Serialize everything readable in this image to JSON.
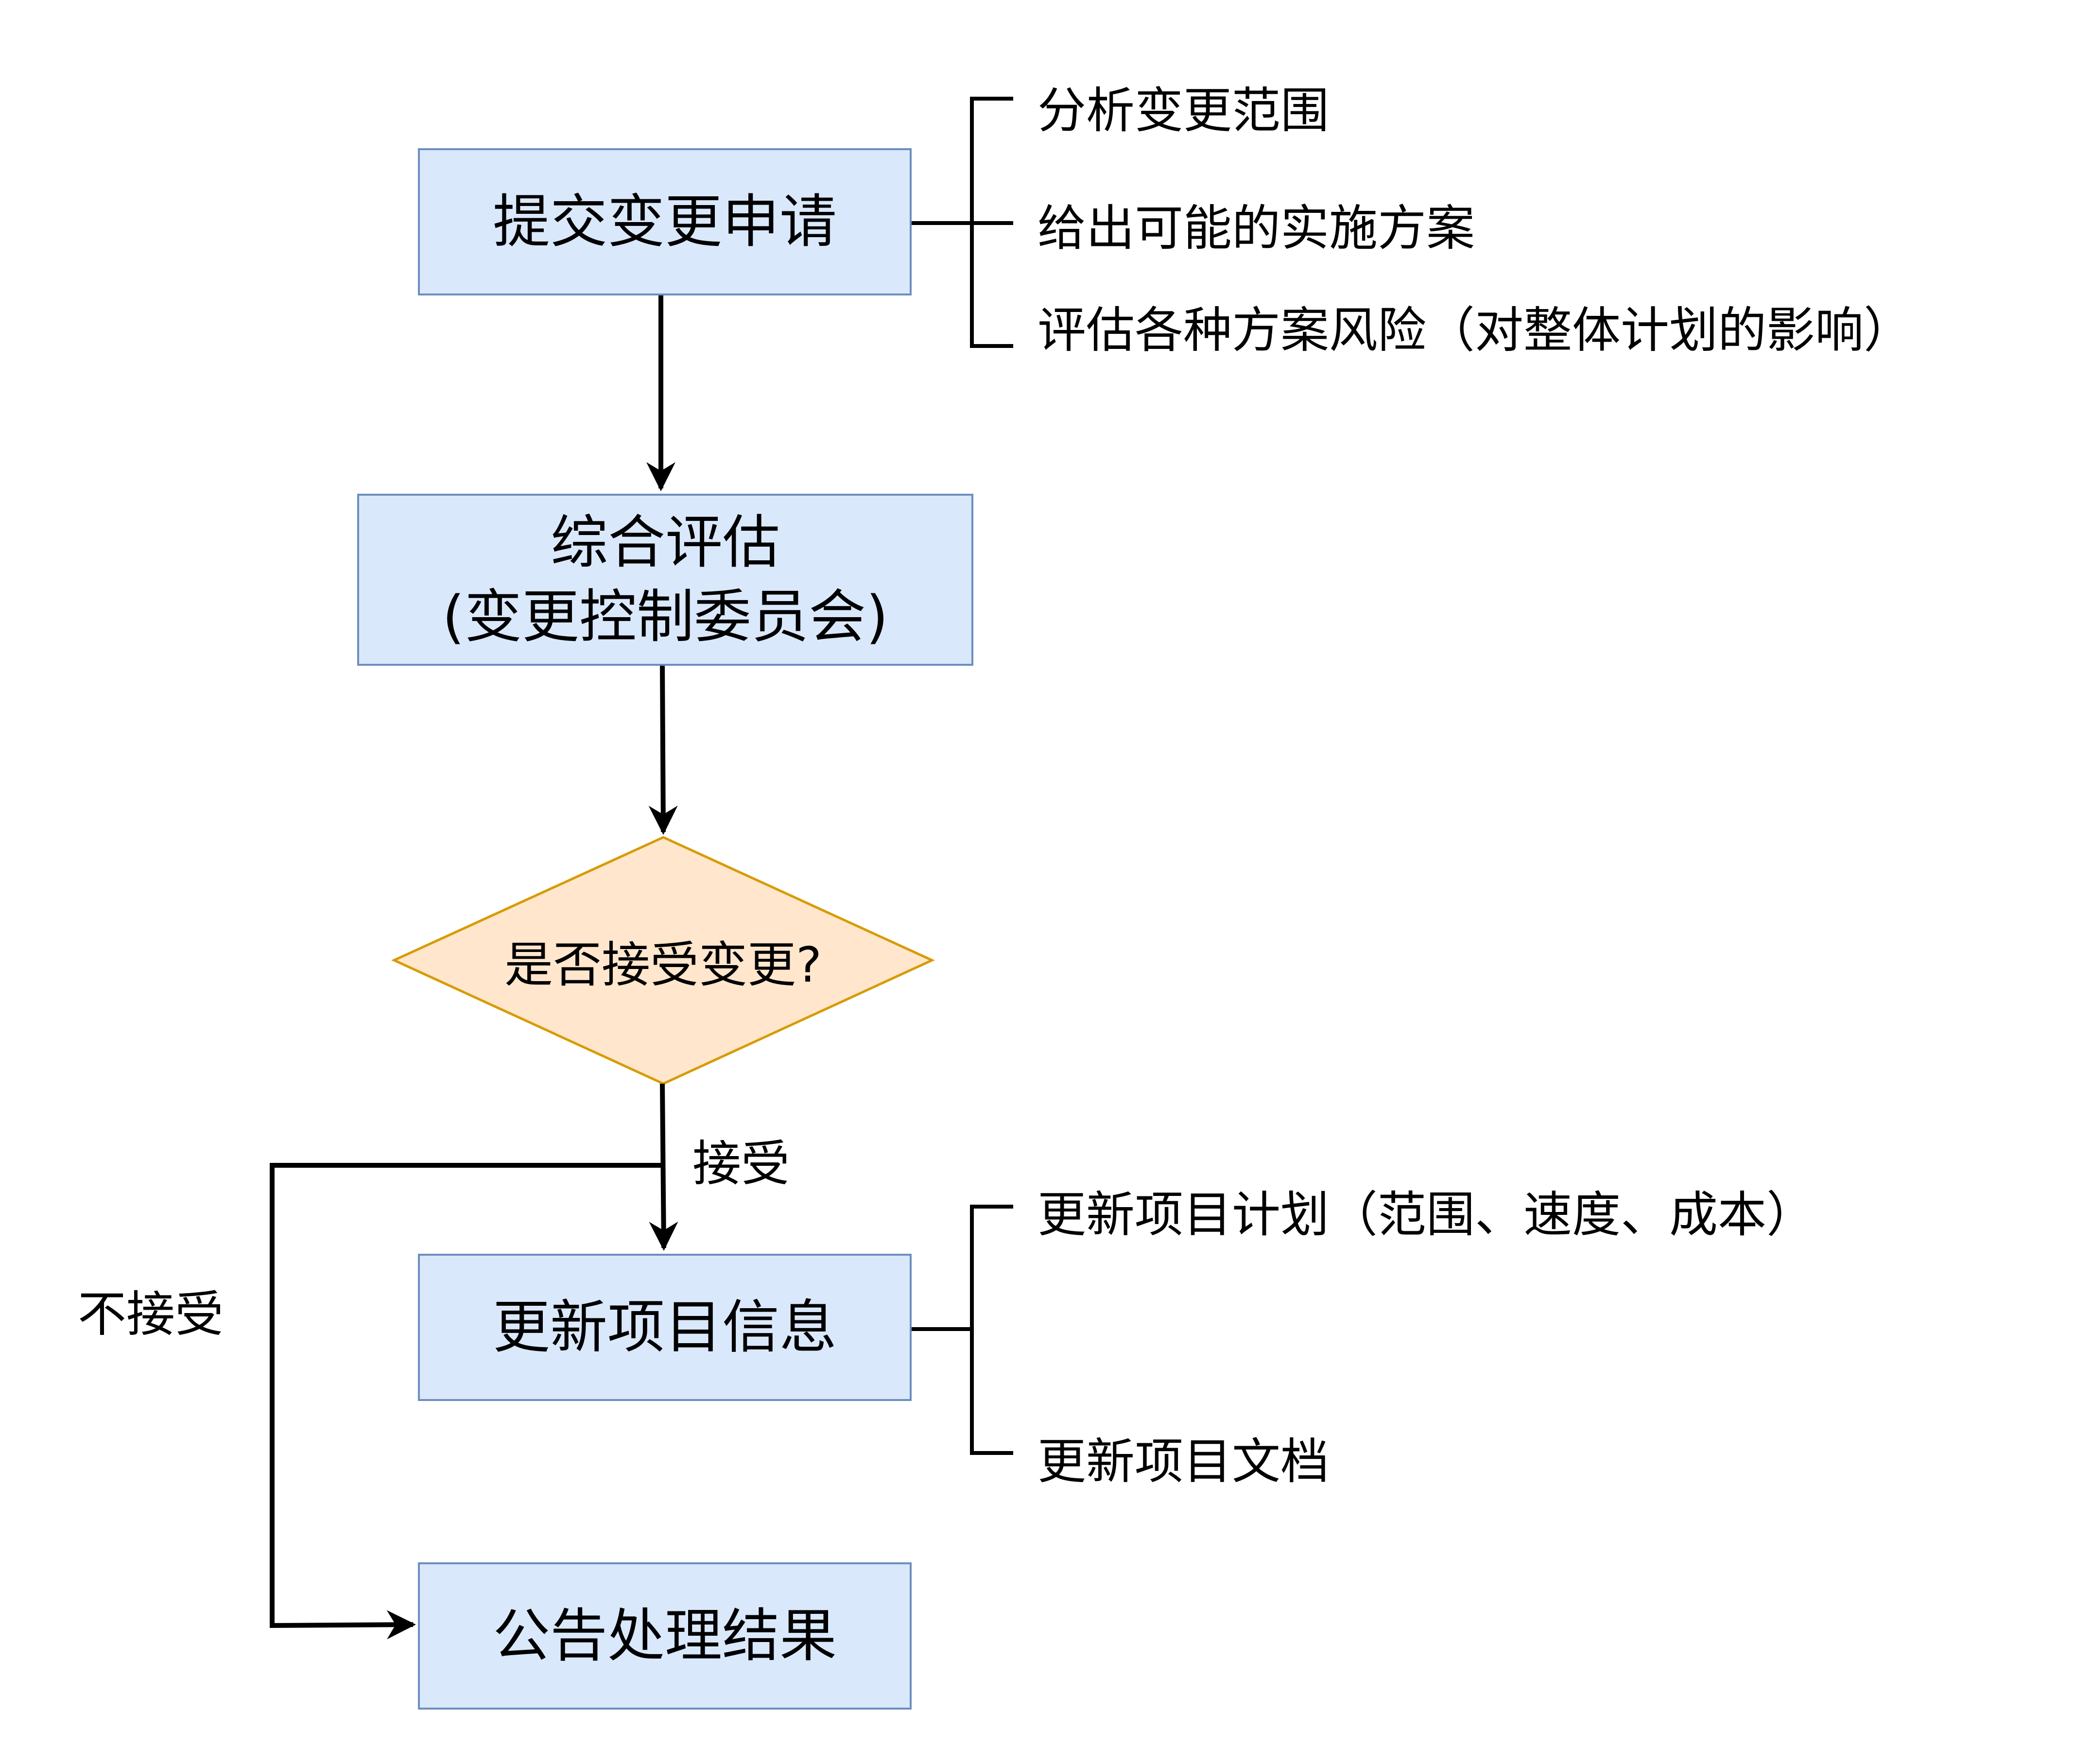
{
  "nodes": {
    "submit": "提交变更申请",
    "evaluate_line1": "综合评估",
    "evaluate_line2": "(变更控制委员会)",
    "decision": "是否接受变更?",
    "update": "更新项目信息",
    "announce": "公告处理结果"
  },
  "edge_labels": {
    "accept": "接受",
    "reject": "不接受"
  },
  "submit_notes": [
    "分析变更范围",
    "给出可能的实施方案",
    "评估各种方案风险（对整体计划的影响）"
  ],
  "update_notes": [
    "更新项目计划（范围、速度、成本）",
    "更新项目文档"
  ],
  "colors": {
    "process_fill": "#dae8fc",
    "process_stroke": "#6c8ebf",
    "decision_fill": "#ffe6cc",
    "decision_stroke": "#d79b00",
    "line": "#000000"
  }
}
